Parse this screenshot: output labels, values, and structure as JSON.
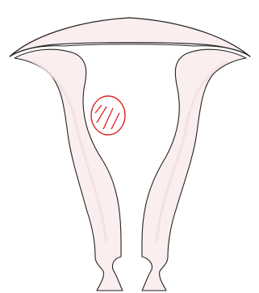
{
  "diagram": {
    "subject": "uterus-line-drawing",
    "colors": {
      "background": "#ffffff",
      "tissue_fill": "#fbeeee",
      "tissue_shade": "#f3dede",
      "outline": "#222222",
      "marking": "#e02020"
    },
    "marking": {
      "shape": "hatched-oval",
      "hatch_count": 4
    }
  }
}
